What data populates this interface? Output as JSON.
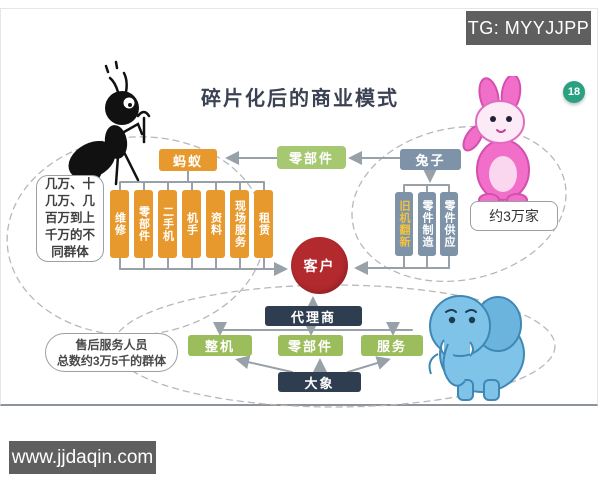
{
  "title": "碎片化后的商业模式",
  "page_number": "18",
  "watermarks": {
    "top_right": "TG: MYYJJPP",
    "bottom_left": "www.jjdaqin.com"
  },
  "ant_group": {
    "hub_label": "蚂蚁",
    "audience_note": "几万、十几万、几百万到上千万的不同群体",
    "items": [
      "维修",
      "零部件",
      "二手机",
      "机手",
      "资料",
      "现场服务",
      "租赁"
    ]
  },
  "rabbit_group": {
    "hub_label": "兔子",
    "count_note": "约3万家",
    "items": [
      "旧机翻新",
      "零件制造",
      "零件供应"
    ]
  },
  "flow": {
    "parts_label": "零部件",
    "customer_label": "客户",
    "dealer_label": "代理商",
    "maker_label": "大象"
  },
  "elephant_group": {
    "items": [
      "整机",
      "零部件",
      "服务"
    ],
    "service_note_lines": [
      "售后服务人员",
      "总数约3万5千的群体"
    ]
  },
  "colors": {
    "orange": "#e8992e",
    "light_green": "#a6c870",
    "green": "#9cbd5b",
    "slate": "#7e93a8",
    "navy": "#2e3d4f",
    "red": "#b2292e",
    "badge_green": "#2aa181",
    "watermark_gray": "#5f5f5f",
    "connector_gray": "#98a0a8"
  }
}
